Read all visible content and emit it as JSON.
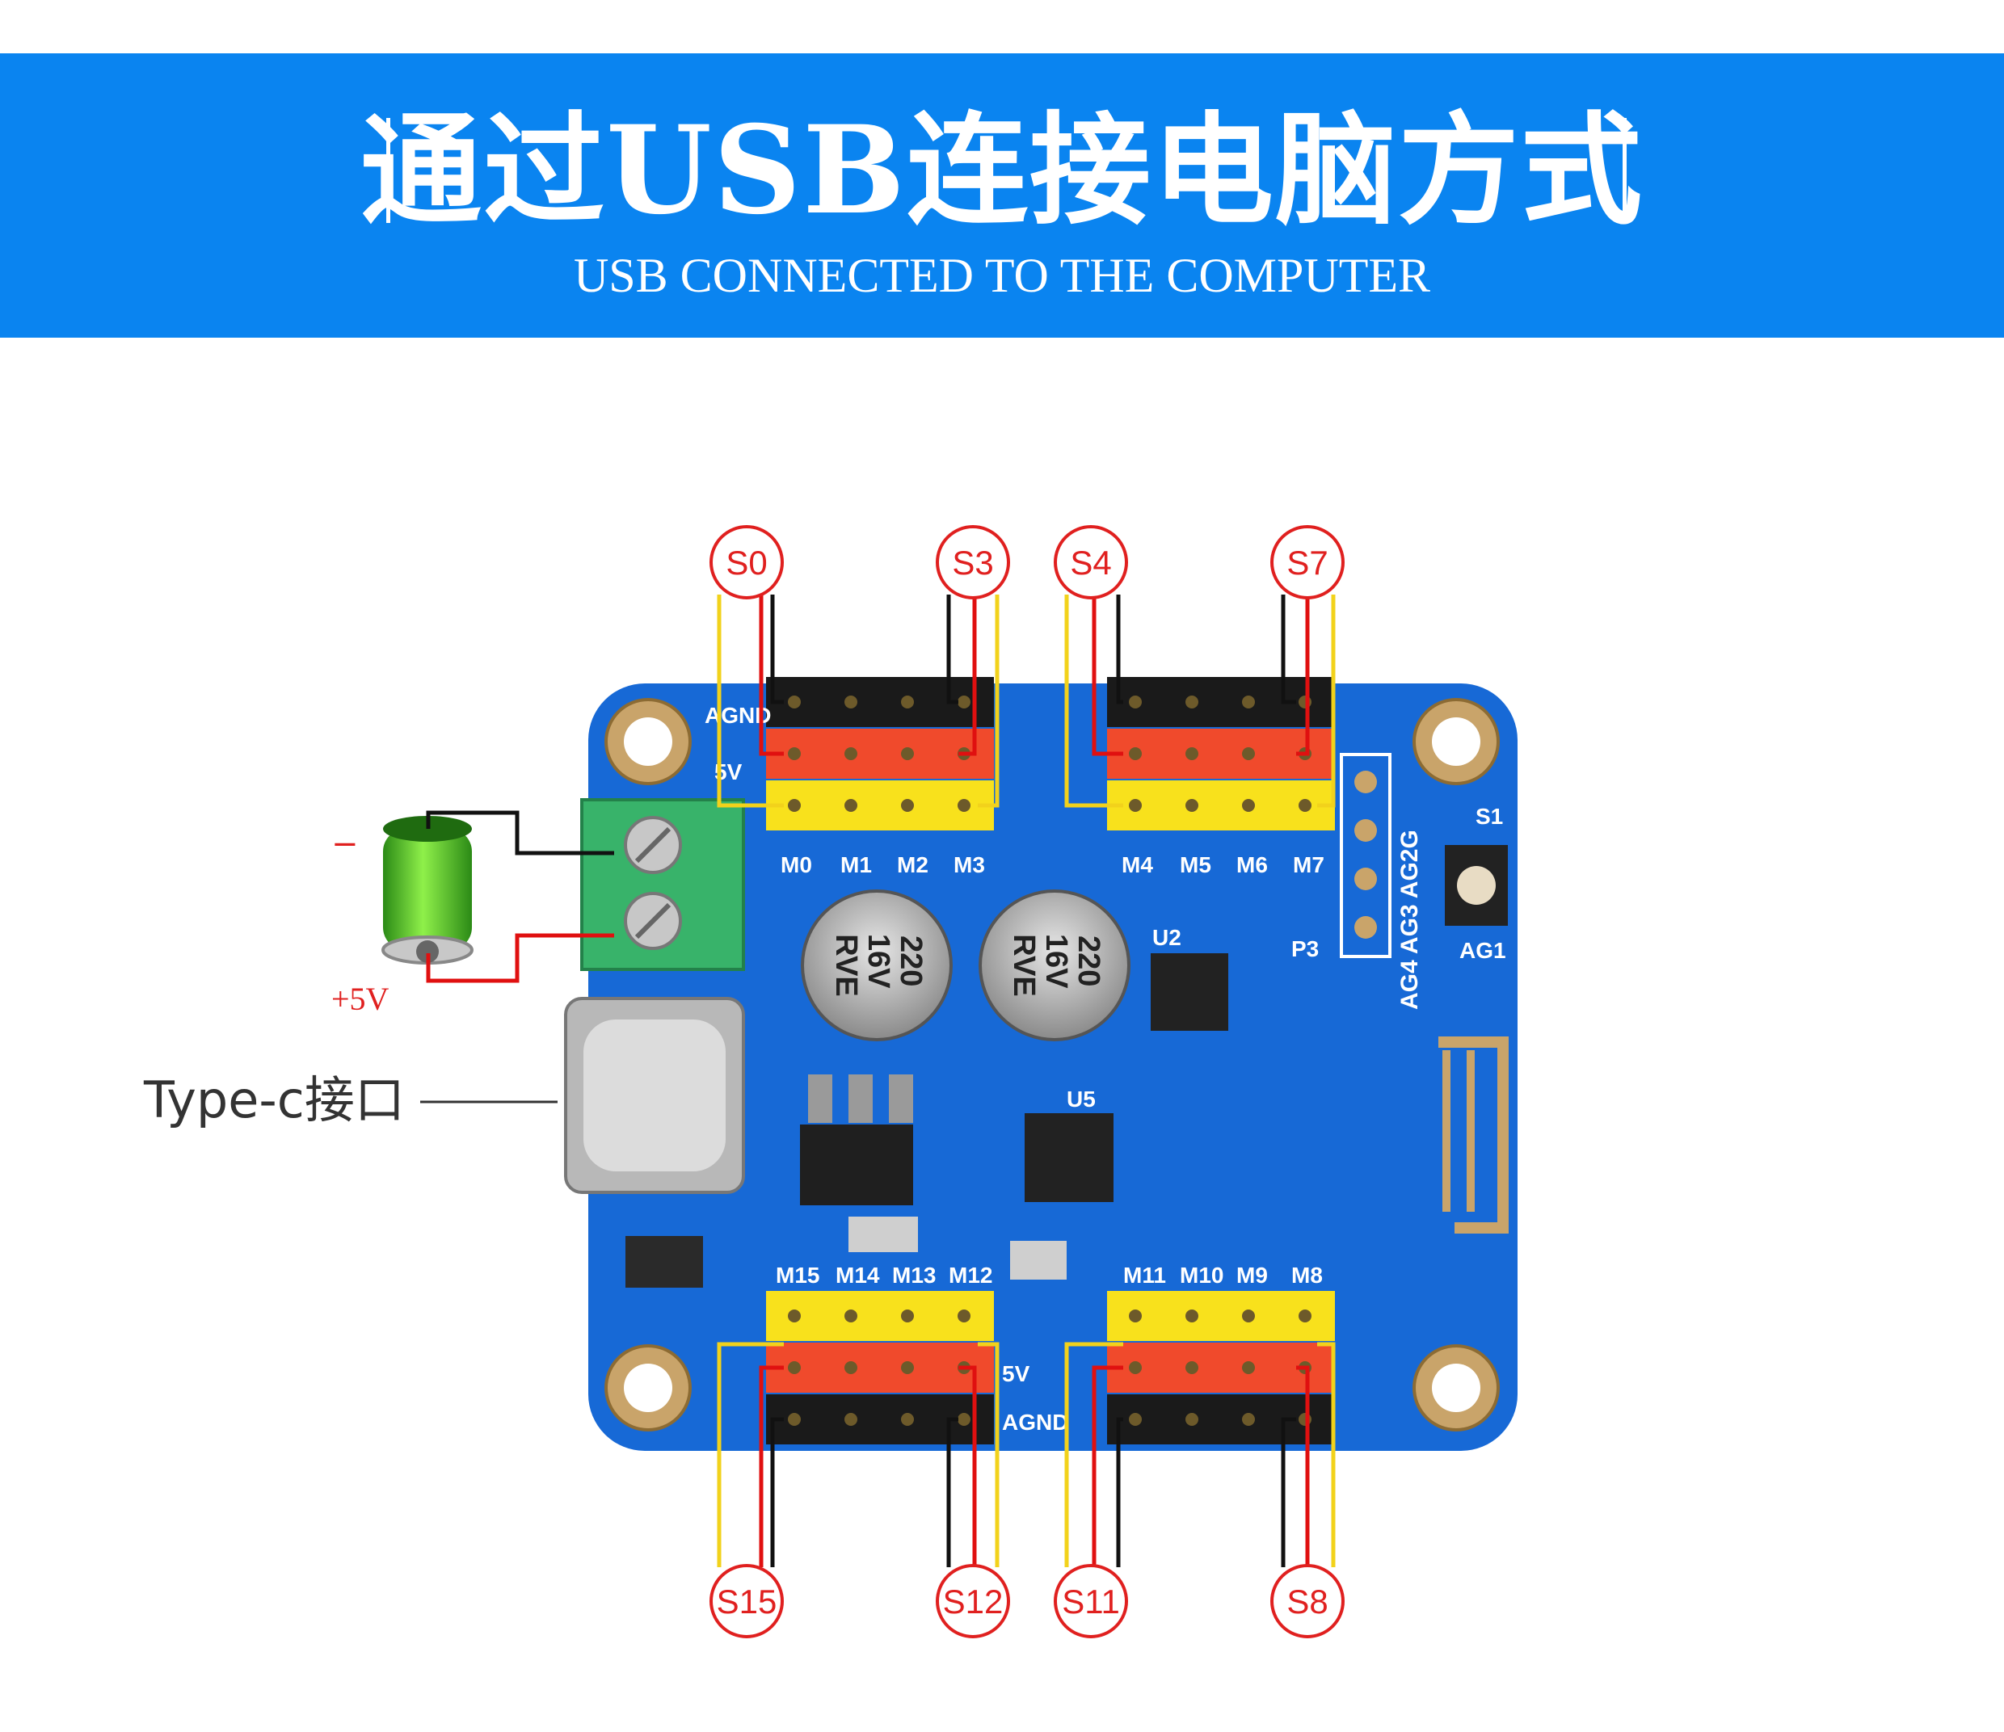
{
  "header": {
    "title": "通过USB连接电脑方式",
    "subtitle": "USB CONNECTED TO THE COMPUTER"
  },
  "battery": {
    "negative_label": "−",
    "positive_label": "+5V"
  },
  "typec": {
    "label": "Type-c接口"
  },
  "servo_labels": {
    "top": [
      "S0",
      "S3",
      "S4",
      "S7"
    ],
    "bottom": [
      "S15",
      "S12",
      "S11",
      "S8"
    ]
  },
  "board": {
    "top_pins_left": [
      "M0",
      "M1",
      "M2",
      "M3"
    ],
    "top_pins_right": [
      "M4",
      "M5",
      "M6",
      "M7"
    ],
    "bottom_pins_left": [
      "M15",
      "M14",
      "M13",
      "M12"
    ],
    "bottom_pins_right": [
      "M11",
      "M10",
      "M9",
      "M8"
    ],
    "silk_agnd": "AGND",
    "silk_5v": "5V",
    "capacitor_text": [
      "220",
      "16V",
      "RVE"
    ],
    "analog_header": "AG4 AG3 AG2G",
    "button_label": "S1",
    "ag1_label": "AG1",
    "p3_label": "P3",
    "chip_u2": "U2",
    "chip_u5": "U5"
  },
  "colors": {
    "banner": "#0a84f0",
    "board": "#1769d6",
    "label_red": "#e0201f",
    "wire_yellow": "#f2d21b",
    "wire_red": "#e01010",
    "wire_black": "#111111",
    "terminal_green": "#38b36a"
  }
}
